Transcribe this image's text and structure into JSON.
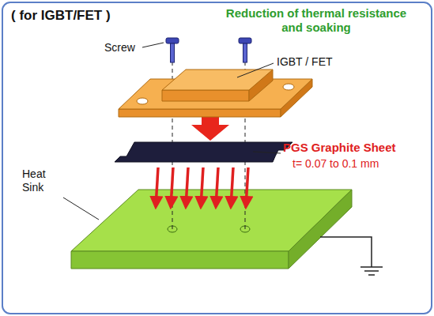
{
  "diagram": {
    "title": "( for IGBT/FET )",
    "labels": [
      "Reduction of thermal resistance and soaking",
      "Screw",
      "IGBT / FET",
      "PGS Graphite Sheet",
      "t= 0.07 to 0.1 mm",
      "Heat Sink"
    ]
  }
}
